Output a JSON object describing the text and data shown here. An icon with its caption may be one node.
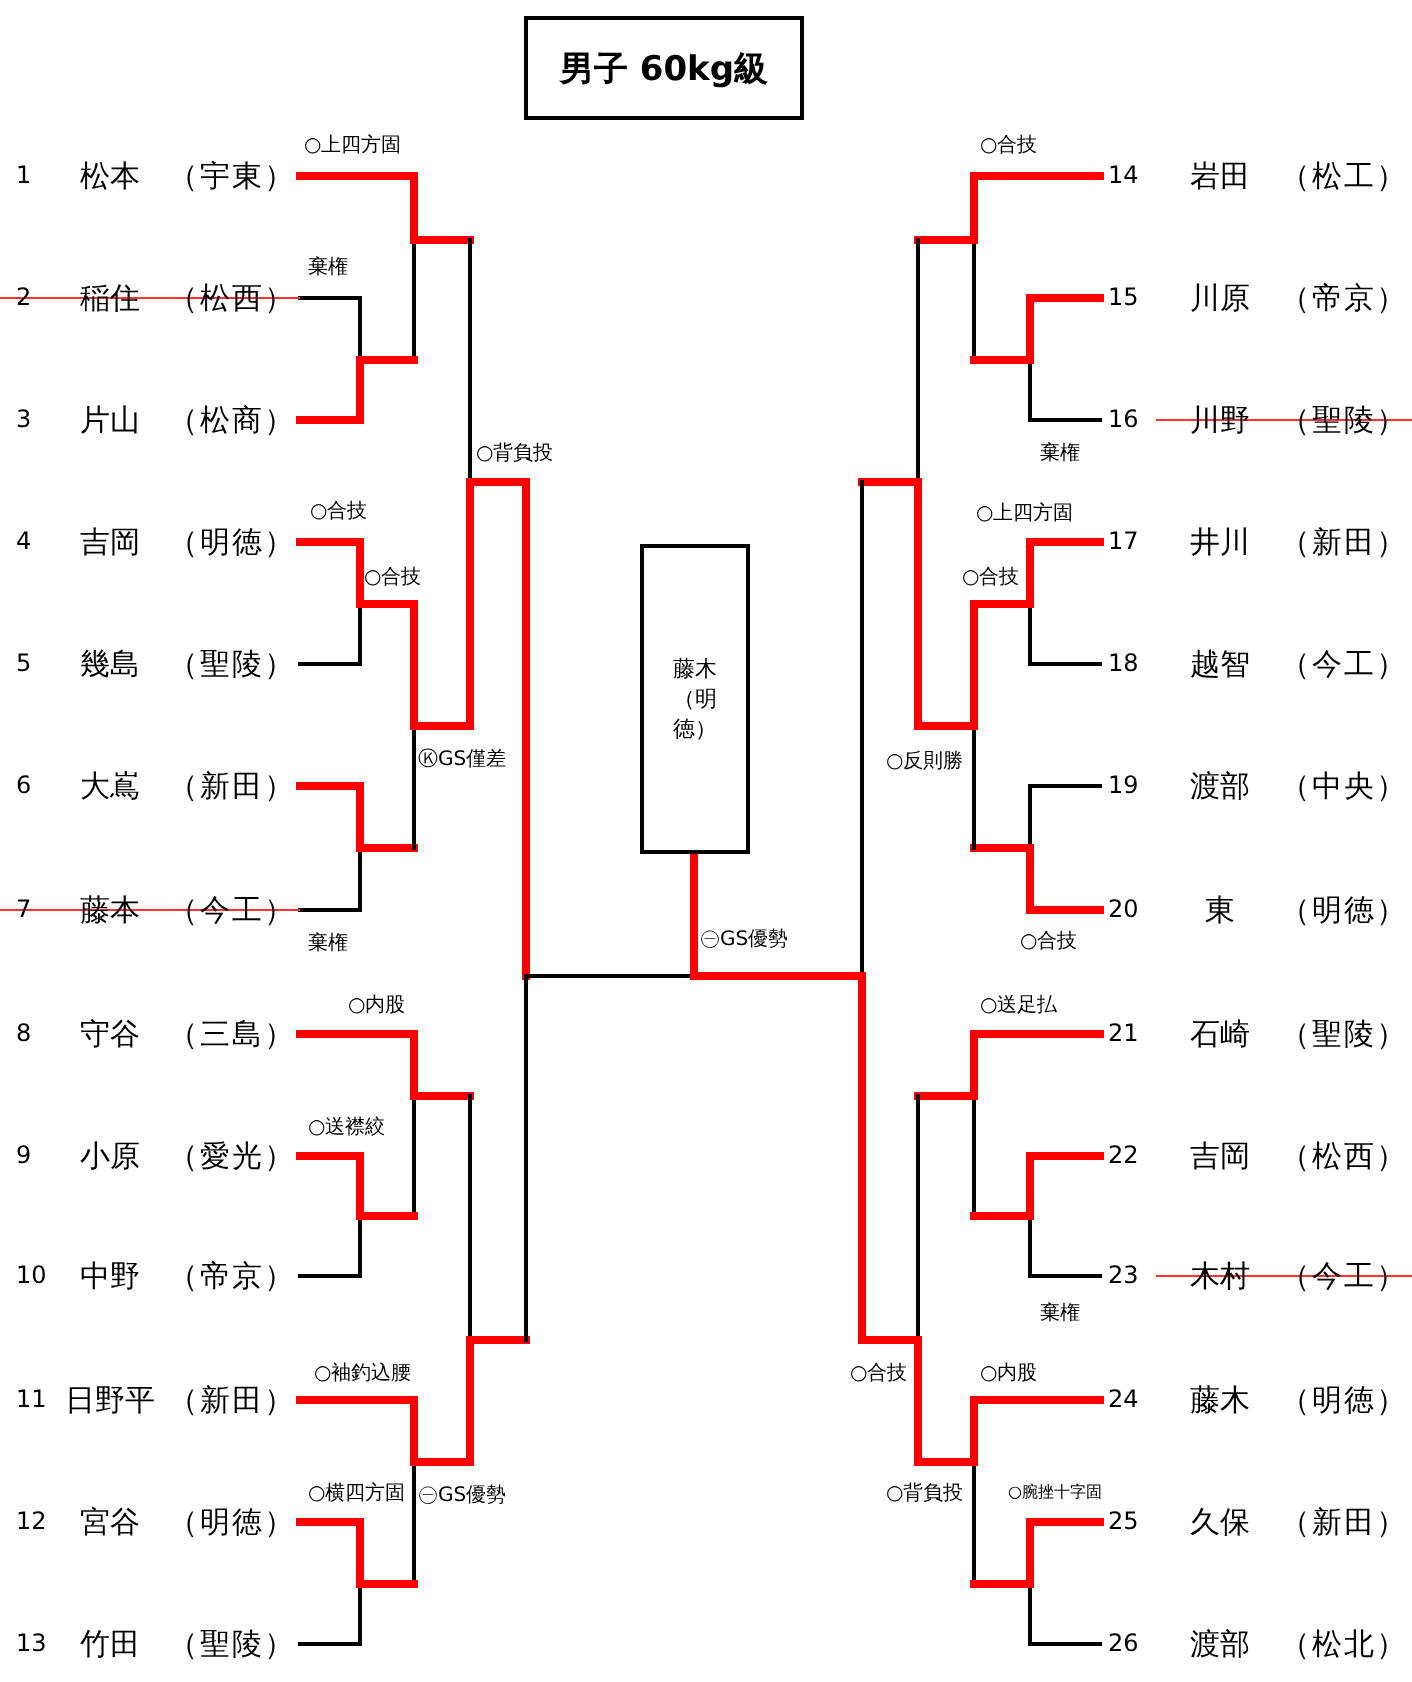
{
  "diagram": {
    "title": "男子 60kg級",
    "nodes": [
      {
        "text": [
          "藤木（明徳）"
        ]
      }
    ],
    "labels": [
      "○上四方固",
      "○合技",
      "1",
      "松本",
      "（宇東）",
      "14",
      "岩田",
      "（松工）",
      "棄権",
      "2",
      "稲住",
      "（松西）",
      "15",
      "川原",
      "（帝京）",
      "3",
      "片山",
      "（松商）",
      "16",
      "川野",
      "（聖陵）",
      "○背負投",
      "棄権",
      "○合技",
      "○上四方固",
      "4",
      "吉岡",
      "（明徳）",
      "17",
      "井川",
      "（新田）",
      "○合技",
      "○合技",
      "5",
      "幾島",
      "（聖陵）",
      "18",
      "越智",
      "（今工）",
      "ⓀGS僅差",
      "○反則勝",
      "6",
      "大嶌",
      "（新田）",
      "19",
      "渡部",
      "（中央）",
      "7",
      "藤本",
      "（今工）",
      "20",
      "東",
      "（明徳）",
      "棄権",
      "㊀GS優勢",
      "○合技",
      "○内股",
      "○送足払",
      "8",
      "守谷",
      "（三島）",
      "21",
      "石崎",
      "（聖陵）",
      "○送襟絞",
      "9",
      "小原",
      "（愛光）",
      "22",
      "吉岡",
      "（松西）",
      "10",
      "中野",
      "（帝京）",
      "23",
      "木村",
      "（今工）",
      "棄権",
      "○袖釣込腰",
      "○合技",
      "○内股",
      "11",
      "日野平",
      "（新田）",
      "24",
      "藤木",
      "（明徳）",
      "○横四方固",
      "㊀GS優勢",
      "○背負投",
      "○腕挫十字固",
      "12",
      "宮谷",
      "（明徳）",
      "25",
      "久保",
      "（新田）",
      "13",
      "竹田",
      "（聖陵）",
      "26",
      "渡部",
      "（松北）"
    ]
  }
}
